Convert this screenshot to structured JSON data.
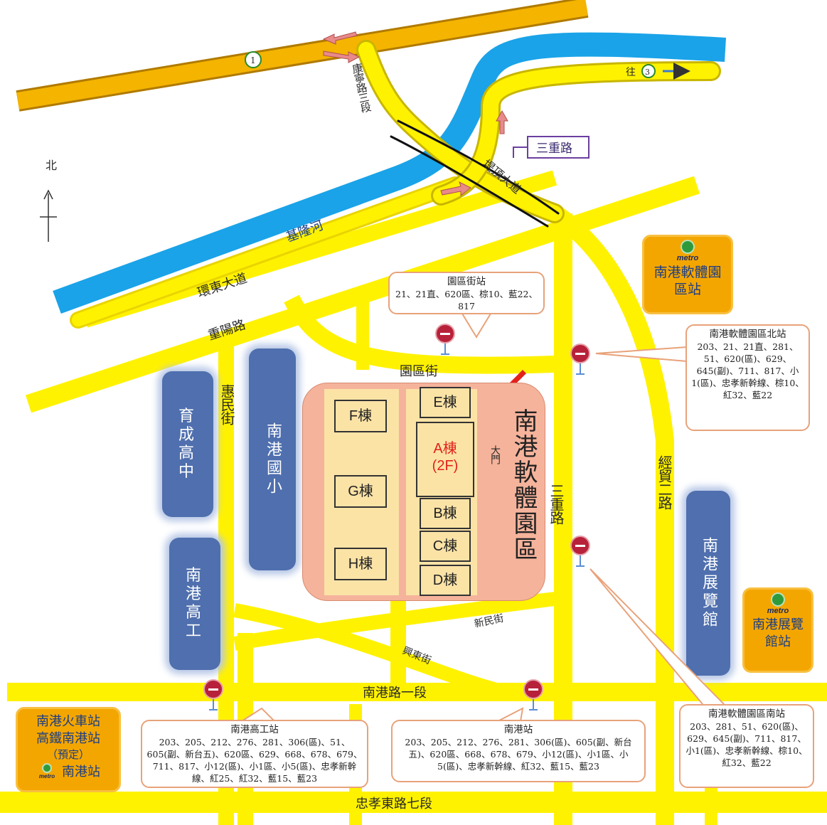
{
  "compass": {
    "north_label": "北"
  },
  "roads": {
    "expressway_shield": "1",
    "kangning_road": "康寧路三段",
    "route3_prefix": "往",
    "route3_shield": "3",
    "sanchong_sign": "三重路",
    "dike_road": "堤頂大道",
    "river": "基隆河",
    "huandong": "環東大道",
    "chongyang": "重陽路",
    "yuanqu_st": "園區街",
    "huimin_st": "惠民街",
    "sanchong_rd": "三重路",
    "jingmao_rd": "經貿二路",
    "xinmin_st": "新民街",
    "xingdong_st": "興東街",
    "nangang_rd": "南港路一段",
    "zhongxiao_rd": "忠孝東路七段"
  },
  "blocks": {
    "yucheng": "育成高中",
    "nangang_elem": "南港國小",
    "nangang_voc": "南港高工",
    "exhibition": "南港展覽館"
  },
  "park": {
    "title": "南港軟體園區",
    "buildings": [
      "F棟",
      "G棟",
      "H棟",
      "E棟",
      "B棟",
      "C棟",
      "D棟"
    ],
    "a_line1": "A棟",
    "a_line2": "(2F)",
    "gate": "大門",
    "accent_color": "#e3211d"
  },
  "bus_stops": {
    "yuanqu": {
      "name": "園區街站",
      "routes": "21、21直、620區、棕10、藍22、817"
    },
    "north": {
      "name": "南港軟體園區北站",
      "routes": "203、21、21直、281、51、620(區)、629、645(副)、711、817、小1(區)、忠孝新幹線、棕10、紅32、藍22"
    },
    "south": {
      "name": "南港軟體園區南站",
      "routes": "203、281、51、620(區)、629、645(副)、711、817、小1(區)、忠孝新幹線、棕10、紅32、藍22"
    },
    "gaogong": {
      "name": "南港高工站",
      "routes": "203、205、212、276、281、306(區)、51、605(副、新台五)、620區、629、668、678、679、711、817、小12(區)、小1區、小5(區)、忠孝新幹線、紅25、紅32、藍15、藍23"
    },
    "nangang": {
      "name": "南港站",
      "routes": "203、205、212、276、281、306(區)、605(副、新台五)、620區、668、678、679、小12(區)、小1區、小5(區)、忠孝新幹線、紅32、藍15、藍23"
    }
  },
  "metro": {
    "logo_word": "metro",
    "software_park_station": "南港軟體園區站",
    "exhibition_station": "南港展覽館站",
    "train_line1": "南港火車站",
    "train_line2": "高鐵南港站",
    "train_line3": "（預定）",
    "train_station": "南港站"
  },
  "colors": {
    "road": "#fff200",
    "expressway": "#f4b400",
    "river": "#1aa3e8",
    "block": "#4f6fae",
    "park": "#f5b39b"
  }
}
